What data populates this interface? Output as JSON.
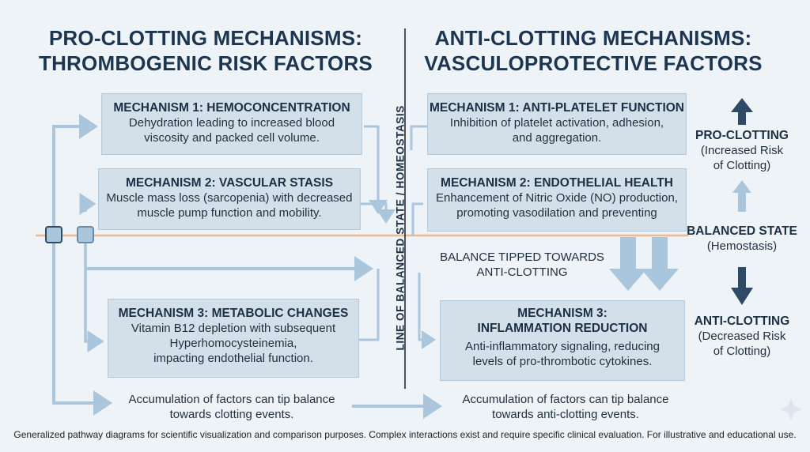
{
  "left": {
    "heading_line1": "PRO-CLOTTING MECHANISMS:",
    "heading_line2": "THROMBOGENIC RISK FACTORS",
    "mech1": {
      "title": "MECHANISM 1: HEMOCONCENTRATION",
      "line1": "Dehydration leading to increased blood",
      "line2": "viscosity and packed cell volume."
    },
    "mech2": {
      "title": "MECHANISM 2: VASCULAR STASIS",
      "line1": "Muscle mass loss (sarcopenia) with decreased",
      "line2": "muscle pump function and mobility."
    },
    "mech3": {
      "title": "MECHANISM 3: METABOLIC CHANGES",
      "line1": "Vitamin B12 depletion with subsequent",
      "line2": "Hyperhomocysteinemia,",
      "line3": "impacting endothelial function."
    },
    "accumulation_line1": "Accumulation of factors can tip balance",
    "accumulation_line2": "towards clotting events."
  },
  "right": {
    "heading_line1": "ANTI-CLOTTING MECHANISMS:",
    "heading_line2": "VASCULOPROTECTIVE FACTORS",
    "mech1": {
      "title": "MECHANISM 1: ANTI-PLATELET FUNCTION",
      "line1": "Inhibition of platelet activation, adhesion,",
      "line2": "and aggregation."
    },
    "mech2": {
      "title": "MECHANISM 2: ENDOTHELIAL HEALTH",
      "line1": "Enhancement of Nitric Oxide (NO) production,",
      "line2": "promoting vasodilation and preventing"
    },
    "balance_tipped_line1": "BALANCE TIPPED TOWARDS",
    "balance_tipped_line2": "ANTI-CLOTTING",
    "mech3": {
      "title_line1": "MECHANISM 3:",
      "title_line2": "INFLAMMATION REDUCTION",
      "line1": "Anti-inflammatory signaling, reducing",
      "line2": "levels of pro-thrombotic cytokines."
    },
    "accumulation_line1": "Accumulation of factors can tip balance",
    "accumulation_line2": "towards anti-clotting events."
  },
  "divider_label": "LINE OF BALANCED STATE / HOMEOSTASIS",
  "scale": {
    "pro_title": "PRO-CLOTTING",
    "pro_line1": "(Increased Risk",
    "pro_line2": "of Clotting)",
    "balanced_title": "BALANCED STATE",
    "balanced_line1": "(Hemostasis)",
    "anti_title": "ANTI-CLOTTING",
    "anti_line1": "(Decreased Risk",
    "anti_line2": "of Clotting)"
  },
  "footer": "Generalized pathway diagrams for scientific visualization and comparison purposes. Complex interactions exist and require specific clinical evaluation. For illustrative and educational use.",
  "colors": {
    "arrow": "#a9c6dc",
    "arrow_dark": "#2e4a66",
    "balance_line": "#efb98f",
    "box_fill": "#d3e0ea"
  }
}
